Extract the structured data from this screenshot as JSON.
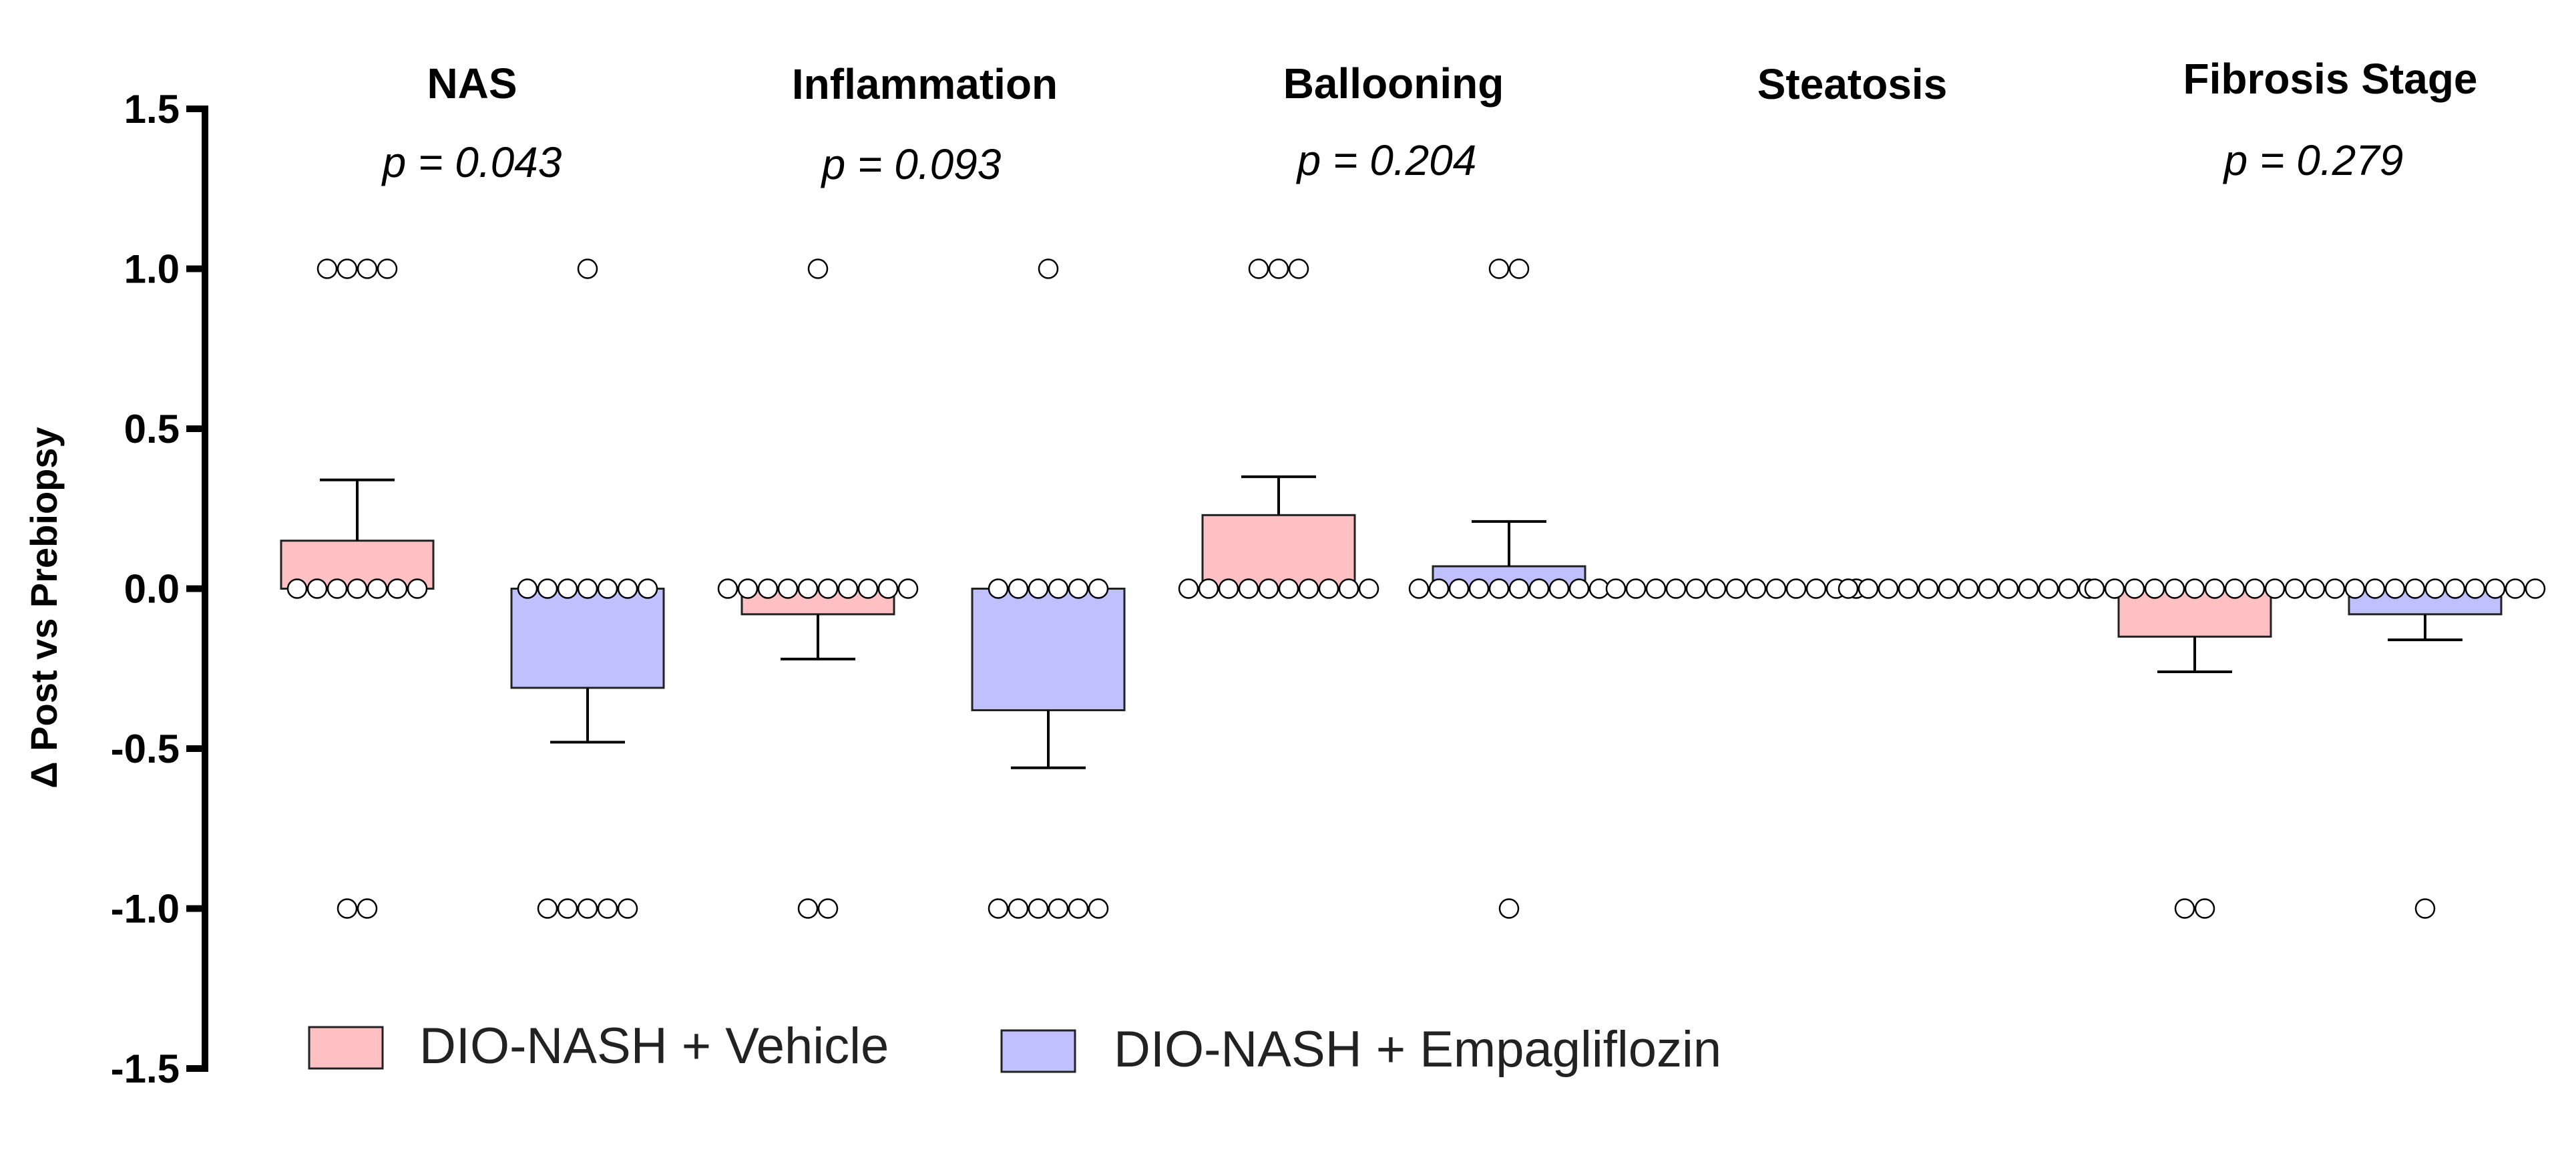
{
  "chart_data": {
    "type": "bar",
    "ylabel": "Δ Post vs Prebiopsy",
    "ylim": [
      -1.5,
      1.5
    ],
    "yticks": [
      1.5,
      1.0,
      0.5,
      0.0,
      -0.5,
      -1.0,
      -1.5
    ],
    "ytick_labels": [
      "1.5",
      "1.0",
      "0.5",
      "0.0",
      "-0.5",
      "-1.0",
      "-1.5"
    ],
    "legend_position": "bottom-left",
    "colors": {
      "vehicle": "#FFC0C4",
      "empagliflozin": "#C0C0FF"
    },
    "series": [
      {
        "key": "vehicle",
        "name": "DIO-NASH + Vehicle"
      },
      {
        "key": "empagliflozin",
        "name": "DIO-NASH + Empagliflozin"
      }
    ],
    "panels": [
      {
        "title": "NAS",
        "pvalue": "p = 0.043",
        "groups": [
          {
            "series": "vehicle",
            "mean": 0.15,
            "sem": 0.19,
            "points": [
              {
                "y": 1,
                "n": 4
              },
              {
                "y": 0,
                "n": 7
              },
              {
                "y": -1,
                "n": 2
              }
            ]
          },
          {
            "series": "empagliflozin",
            "mean": -0.31,
            "sem": 0.17,
            "points": [
              {
                "y": 1,
                "n": 1
              },
              {
                "y": 0,
                "n": 7
              },
              {
                "y": -1,
                "n": 5
              }
            ]
          }
        ]
      },
      {
        "title": "Inflammation",
        "pvalue": "p = 0.093",
        "groups": [
          {
            "series": "vehicle",
            "mean": -0.08,
            "sem": 0.14,
            "points": [
              {
                "y": 1,
                "n": 1
              },
              {
                "y": 0,
                "n": 10
              },
              {
                "y": -1,
                "n": 2
              }
            ]
          },
          {
            "series": "empagliflozin",
            "mean": -0.38,
            "sem": 0.18,
            "points": [
              {
                "y": 1,
                "n": 1
              },
              {
                "y": 0,
                "n": 6
              },
              {
                "y": -1,
                "n": 6
              }
            ]
          }
        ]
      },
      {
        "title": "Ballooning",
        "pvalue": "p = 0.204",
        "groups": [
          {
            "series": "vehicle",
            "mean": 0.23,
            "sem": 0.12,
            "points": [
              {
                "y": 1,
                "n": 3
              },
              {
                "y": 0,
                "n": 10
              }
            ]
          },
          {
            "series": "empagliflozin",
            "mean": 0.07,
            "sem": 0.14,
            "points": [
              {
                "y": 1,
                "n": 2
              },
              {
                "y": 0,
                "n": 10
              },
              {
                "y": -1,
                "n": 1
              }
            ]
          }
        ]
      },
      {
        "title": "Steatosis",
        "pvalue": "",
        "groups": [
          {
            "series": "vehicle",
            "mean": 0.0,
            "sem": 0.0,
            "points": [
              {
                "y": 0,
                "n": 13
              }
            ]
          },
          {
            "series": "empagliflozin",
            "mean": 0.0,
            "sem": 0.0,
            "points": [
              {
                "y": 0,
                "n": 13
              }
            ]
          }
        ]
      },
      {
        "title": "Fibrosis Stage",
        "pvalue": "p = 0.279",
        "groups": [
          {
            "series": "vehicle",
            "mean": -0.15,
            "sem": 0.11,
            "points": [
              {
                "y": 0,
                "n": 11
              },
              {
                "y": -1,
                "n": 2
              }
            ]
          },
          {
            "series": "empagliflozin",
            "mean": -0.08,
            "sem": 0.08,
            "points": [
              {
                "y": 0,
                "n": 12
              },
              {
                "y": -1,
                "n": 1
              }
            ]
          }
        ]
      }
    ]
  }
}
